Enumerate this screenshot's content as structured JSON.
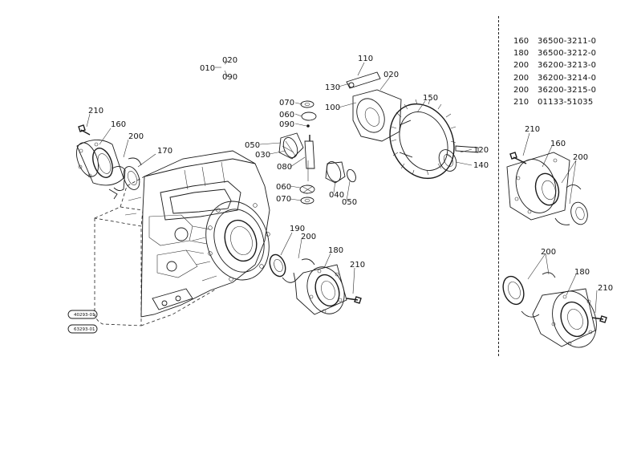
{
  "parts_list": [
    {
      "no": "160",
      "part_number": "36500-3211-0"
    },
    {
      "no": "180",
      "part_number": "36500-3212-0"
    },
    {
      "no": "200",
      "part_number": "36200-3213-0"
    },
    {
      "no": "200",
      "part_number": "36200-3214-0"
    },
    {
      "no": "200",
      "part_number": "36200-3215-0"
    },
    {
      "no": "210",
      "part_number": "01133-51035"
    }
  ],
  "callouts": {
    "c010": "010",
    "c020a": "020",
    "c090a": "090",
    "c110": "110",
    "c130": "130",
    "c020b": "020",
    "c100": "100",
    "c150": "150",
    "c070a": "070",
    "c060a": "060",
    "c090b": "090",
    "c050a": "050",
    "c030": "030",
    "c080": "080",
    "c060b": "060",
    "c070b": "070",
    "c040": "040",
    "c050b": "050",
    "c120": "120",
    "c140": "140",
    "c210a": "210",
    "c160a": "160",
    "c200a": "200",
    "c170": "170",
    "c190": "190",
    "c200b": "200",
    "c180a": "180",
    "c210b": "210",
    "c210c": "210",
    "c160b": "160",
    "c200c": "200",
    "c200d": "200",
    "c180b": "180",
    "c210d": "210"
  },
  "serial_refs": [
    "40293-01",
    "63293-01"
  ]
}
